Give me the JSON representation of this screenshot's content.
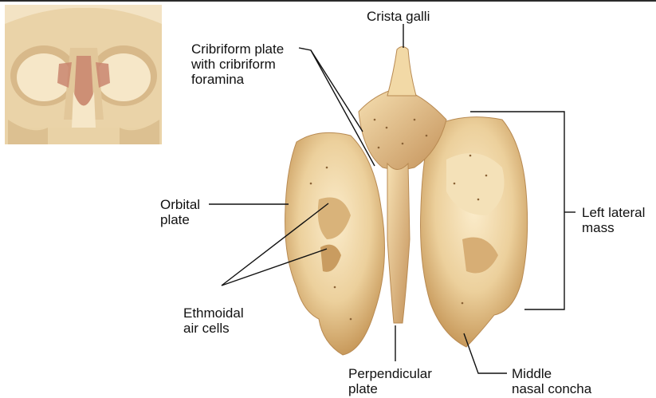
{
  "labels": {
    "crista_galli": "Crista galli",
    "cribriform_line1": "Cribriform plate",
    "cribriform_line2": "with cribriform",
    "cribriform_line3": "foramina",
    "orbital_line1": "Orbital",
    "orbital_line2": "plate",
    "ethmoidal_line1": "Ethmoidal",
    "ethmoidal_line2": "air cells",
    "perpendicular_line1": "Perpendicular",
    "perpendicular_line2": "plate",
    "left_lateral_line1": "Left lateral",
    "left_lateral_line2": "mass",
    "middle_concha_line1": "Middle",
    "middle_concha_line2": "nasal concha"
  },
  "colors": {
    "bone_light": "#f1d9a8",
    "bone_mid": "#dcb47a",
    "bone_dark": "#b88a52",
    "skull_bg": "#f3e3c4",
    "ethmoid_highlight": "#c9856f",
    "leader_line": "#111111"
  }
}
